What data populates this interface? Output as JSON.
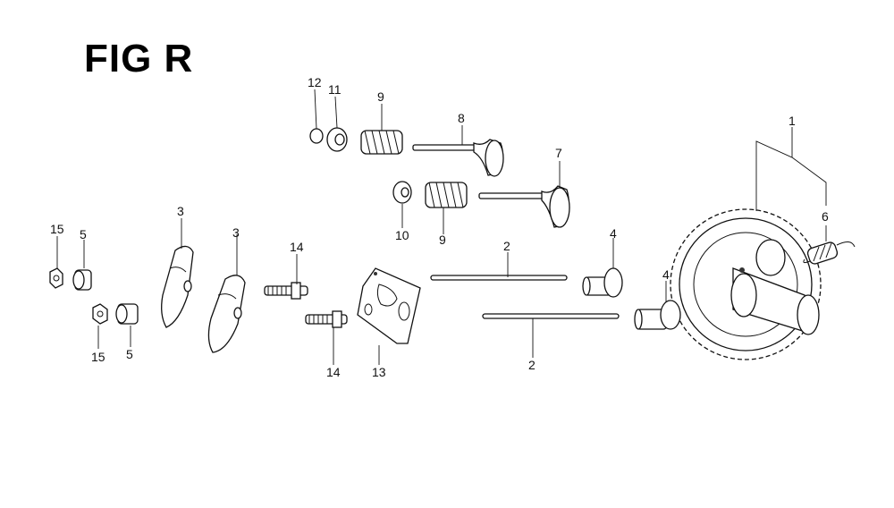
{
  "figure": {
    "title": "FIG R"
  },
  "callouts": [
    {
      "id": "c1",
      "label": "1"
    },
    {
      "id": "c2a",
      "label": "2"
    },
    {
      "id": "c2b",
      "label": "2"
    },
    {
      "id": "c3a",
      "label": "3"
    },
    {
      "id": "c3b",
      "label": "3"
    },
    {
      "id": "c4a",
      "label": "4"
    },
    {
      "id": "c4b",
      "label": "4"
    },
    {
      "id": "c5a",
      "label": "5"
    },
    {
      "id": "c5b",
      "label": "5"
    },
    {
      "id": "c6",
      "label": "6"
    },
    {
      "id": "c7",
      "label": "7"
    },
    {
      "id": "c8",
      "label": "8"
    },
    {
      "id": "c9a",
      "label": "9"
    },
    {
      "id": "c9b",
      "label": "9"
    },
    {
      "id": "c10",
      "label": "10"
    },
    {
      "id": "c11",
      "label": "11"
    },
    {
      "id": "c12",
      "label": "12"
    },
    {
      "id": "c13",
      "label": "13"
    },
    {
      "id": "c14a",
      "label": "14"
    },
    {
      "id": "c14b",
      "label": "14"
    },
    {
      "id": "c15a",
      "label": "15"
    },
    {
      "id": "c15b",
      "label": "15"
    }
  ]
}
